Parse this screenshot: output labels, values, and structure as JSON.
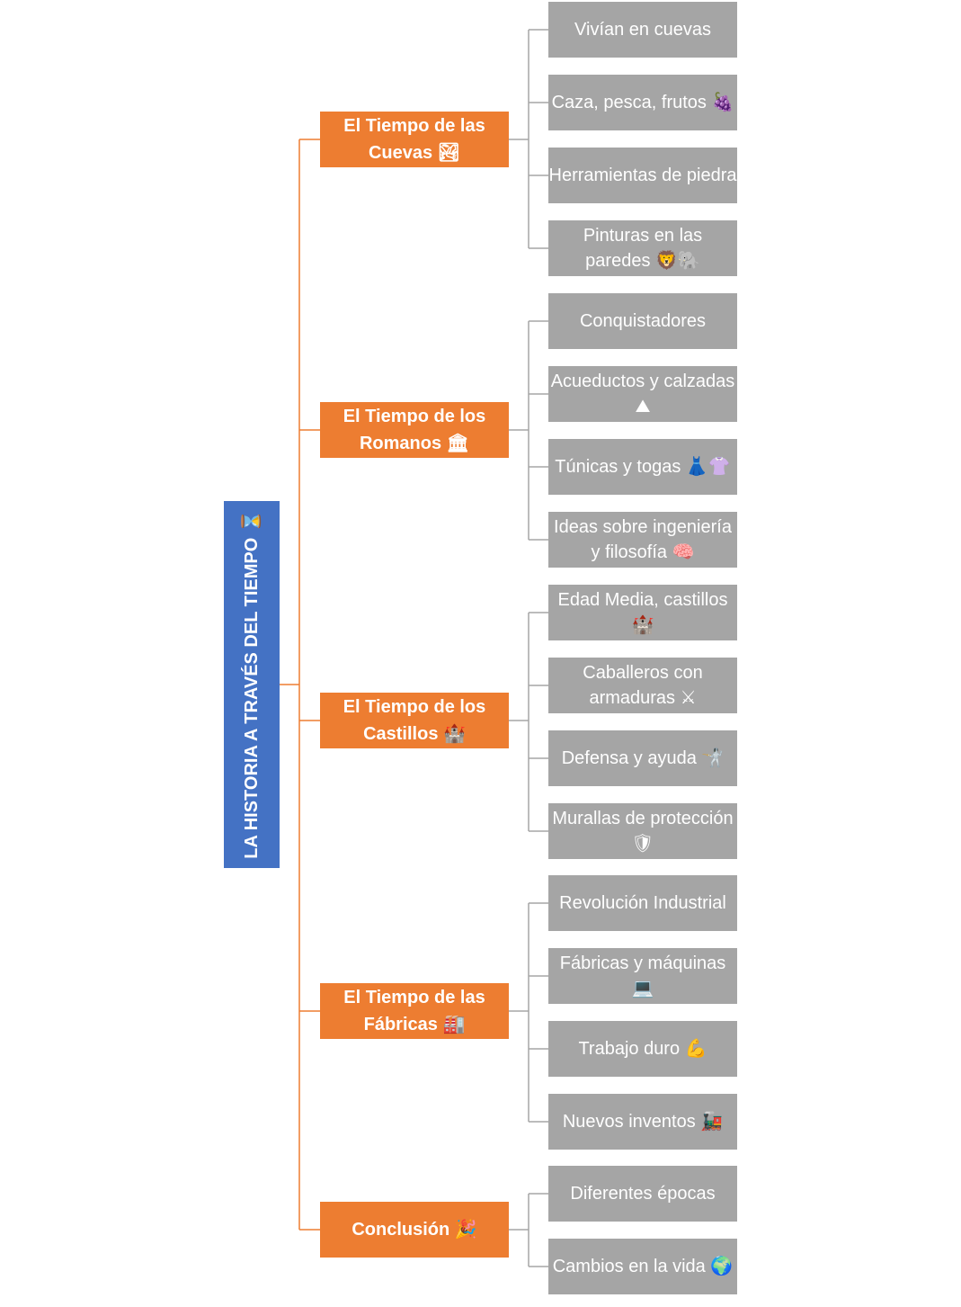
{
  "colors": {
    "root": "#4472c4",
    "branch": "#ed7d31",
    "leaf": "#a5a5a5",
    "line_orange": "#ed7d31",
    "line_gray": "#a5a5a5"
  },
  "root": {
    "label": "LA HISTORIA A TRAVÉS DEL TIEMPO ⌛"
  },
  "branches": [
    {
      "label": "El Tiempo de las Cuevas 🏞",
      "leaves": [
        "Vivían en cuevas",
        "Caza, pesca, frutos 🍇",
        "Herramientas de piedra",
        "Pinturas en las paredes 🦁🐘"
      ]
    },
    {
      "label": "El Tiempo de los Romanos 🏛",
      "leaves": [
        "Conquistadores",
        "Acueductos y calzadas ⛰",
        "Túnicas y togas 👗👚",
        "Ideas sobre ingeniería y filosofía 🧠"
      ]
    },
    {
      "label": "El Tiempo de los Castillos 🏰",
      "leaves": [
        "Edad Media, castillos 🏰",
        "Caballeros con armaduras ⚔",
        "Defensa y ayuda 🤺",
        "Murallas de protección 🛡"
      ]
    },
    {
      "label": "El Tiempo de las Fábricas 🏭",
      "leaves": [
        "Revolución Industrial",
        "Fábricas y máquinas 💻",
        "Trabajo duro 💪",
        "Nuevos inventos 🚂"
      ]
    },
    {
      "label": "Conclusión 🎉",
      "leaves": [
        "Diferentes épocas",
        "Cambios en la vida 🌍"
      ]
    }
  ]
}
